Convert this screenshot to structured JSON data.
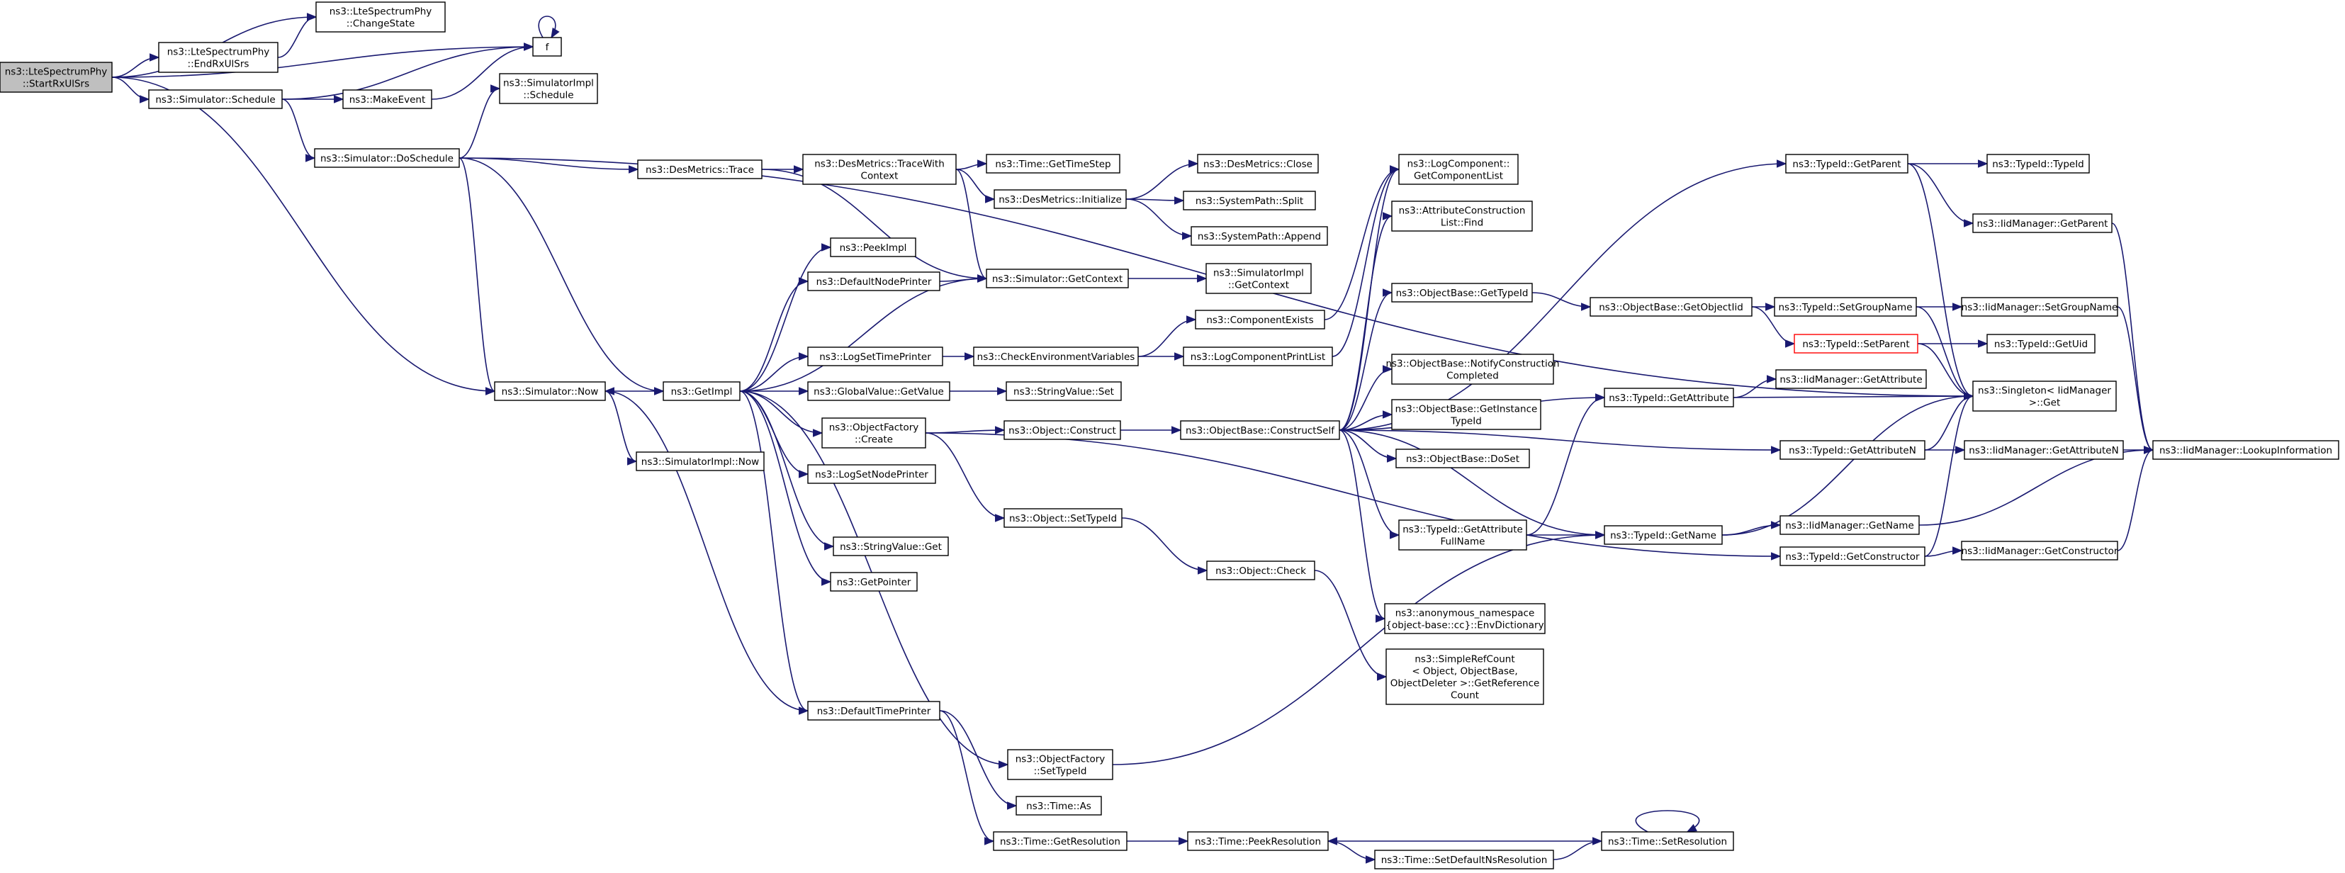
{
  "graph": {
    "title": "",
    "edge_color": "#191970",
    "node_border_color": "#000000",
    "root_fill_color": "#bfbfbf",
    "truncated_border_color": "#ff0000",
    "nodes": [
      {
        "id": "root",
        "lines": [
          "ns3::LteSpectrumPhy",
          "::StartRxUlSrs"
        ],
        "kind": "root"
      },
      {
        "id": "changeState",
        "lines": [
          "ns3::LteSpectrumPhy",
          "::ChangeState"
        ]
      },
      {
        "id": "endRxUlSrs",
        "lines": [
          "ns3::LteSpectrumPhy",
          "::EndRxUlSrs"
        ]
      },
      {
        "id": "f",
        "lines": [
          "f"
        ]
      },
      {
        "id": "simSchedule",
        "lines": [
          "ns3::Simulator::Schedule"
        ]
      },
      {
        "id": "makeEvent",
        "lines": [
          "ns3::MakeEvent"
        ]
      },
      {
        "id": "simImplSchedule",
        "lines": [
          "ns3::SimulatorImpl",
          "::Schedule"
        ]
      },
      {
        "id": "doSchedule",
        "lines": [
          "ns3::Simulator::DoSchedule"
        ]
      },
      {
        "id": "desTrace",
        "lines": [
          "ns3::DesMetrics::Trace"
        ]
      },
      {
        "id": "traceWith",
        "lines": [
          "ns3::DesMetrics::TraceWith",
          "Context"
        ]
      },
      {
        "id": "getTimeStep",
        "lines": [
          "ns3::Time::GetTimeStep"
        ]
      },
      {
        "id": "desInit",
        "lines": [
          "ns3::DesMetrics::Initialize"
        ]
      },
      {
        "id": "desClose",
        "lines": [
          "ns3::DesMetrics::Close"
        ]
      },
      {
        "id": "sysSplit",
        "lines": [
          "ns3::SystemPath::Split"
        ]
      },
      {
        "id": "sysAppend",
        "lines": [
          "ns3::SystemPath::Append"
        ]
      },
      {
        "id": "peekImpl",
        "lines": [
          "ns3::PeekImpl"
        ]
      },
      {
        "id": "defNodePrinter",
        "lines": [
          "ns3::DefaultNodePrinter"
        ]
      },
      {
        "id": "simGetContext",
        "lines": [
          "ns3::Simulator::GetContext"
        ]
      },
      {
        "id": "simImplGetContext",
        "lines": [
          "ns3::SimulatorImpl",
          "::GetContext"
        ]
      },
      {
        "id": "logSetTimePrinter",
        "lines": [
          "ns3::LogSetTimePrinter"
        ]
      },
      {
        "id": "checkEnv",
        "lines": [
          "ns3::CheckEnvironmentVariables"
        ]
      },
      {
        "id": "compExists",
        "lines": [
          "ns3::ComponentExists"
        ]
      },
      {
        "id": "logCompPrintList",
        "lines": [
          "ns3::LogComponentPrintList"
        ]
      },
      {
        "id": "logCompGetList",
        "lines": [
          "ns3::LogComponent::",
          "GetComponentList"
        ]
      },
      {
        "id": "attrConstrFind",
        "lines": [
          "ns3::AttributeConstruction",
          "List::Find"
        ]
      },
      {
        "id": "simNow",
        "lines": [
          "ns3::Simulator::Now"
        ]
      },
      {
        "id": "getImpl",
        "lines": [
          "ns3::GetImpl"
        ]
      },
      {
        "id": "globalGetValue",
        "lines": [
          "ns3::GlobalValue::GetValue"
        ]
      },
      {
        "id": "stringValueSet",
        "lines": [
          "ns3::StringValue::Set"
        ]
      },
      {
        "id": "objFactoryCreate",
        "lines": [
          "ns3::ObjectFactory",
          "::Create"
        ]
      },
      {
        "id": "objConstruct",
        "lines": [
          "ns3::Object::Construct"
        ]
      },
      {
        "id": "constructSelf",
        "lines": [
          "ns3::ObjectBase::ConstructSelf"
        ]
      },
      {
        "id": "simImplNow",
        "lines": [
          "ns3::SimulatorImpl::Now"
        ]
      },
      {
        "id": "logSetNodePrinter",
        "lines": [
          "ns3::LogSetNodePrinter"
        ]
      },
      {
        "id": "objSetTypeId",
        "lines": [
          "ns3::Object::SetTypeId"
        ]
      },
      {
        "id": "stringValueGet",
        "lines": [
          "ns3::StringValue::Get"
        ]
      },
      {
        "id": "getPointer",
        "lines": [
          "ns3::GetPointer"
        ]
      },
      {
        "id": "objCheck",
        "lines": [
          "ns3::Object::Check"
        ]
      },
      {
        "id": "defTimePrinter",
        "lines": [
          "ns3::DefaultTimePrinter"
        ]
      },
      {
        "id": "objFactorySetTypeId",
        "lines": [
          "ns3::ObjectFactory",
          "::SetTypeId"
        ]
      },
      {
        "id": "timeAs",
        "lines": [
          "ns3::Time::As"
        ]
      },
      {
        "id": "getResolution",
        "lines": [
          "ns3::Time::GetResolution"
        ]
      },
      {
        "id": "peekResolution",
        "lines": [
          "ns3::Time::PeekResolution"
        ]
      },
      {
        "id": "setDefaultNs",
        "lines": [
          "ns3::Time::SetDefaultNsResolution"
        ]
      },
      {
        "id": "setResolution",
        "lines": [
          "ns3::Time::SetResolution"
        ]
      },
      {
        "id": "objBaseGetTypeId",
        "lines": [
          "ns3::ObjectBase::GetTypeId"
        ]
      },
      {
        "id": "notifyConstr",
        "lines": [
          "ns3::ObjectBase::NotifyConstruction",
          "Completed"
        ]
      },
      {
        "id": "getInstanceTypeId",
        "lines": [
          "ns3::ObjectBase::GetInstance",
          "TypeId"
        ]
      },
      {
        "id": "doSet",
        "lines": [
          "ns3::ObjectBase::DoSet"
        ]
      },
      {
        "id": "getAttrFullName",
        "lines": [
          "ns3::TypeId::GetAttribute",
          "FullName"
        ]
      },
      {
        "id": "envDict",
        "lines": [
          "ns3::anonymous_namespace",
          "{object-base::cc}::EnvDictionary"
        ]
      },
      {
        "id": "simpleRefCount",
        "lines": [
          "ns3::SimpleRefCount",
          "< Object, ObjectBase,",
          "ObjectDeleter >::GetReference",
          "Count"
        ]
      },
      {
        "id": "getObjectIid",
        "lines": [
          "ns3::ObjectBase::GetObjectIid"
        ]
      },
      {
        "id": "typeIdGetAttr",
        "lines": [
          "ns3::TypeId::GetAttribute"
        ]
      },
      {
        "id": "typeIdGetName",
        "lines": [
          "ns3::TypeId::GetName"
        ]
      },
      {
        "id": "typeIdGetParent",
        "lines": [
          "ns3::TypeId::GetParent"
        ]
      },
      {
        "id": "typeIdTypeId",
        "lines": [
          "ns3::TypeId::TypeId"
        ]
      },
      {
        "id": "iidGetParent",
        "lines": [
          "ns3::IidManager::GetParent"
        ]
      },
      {
        "id": "typeIdSetGroupName",
        "lines": [
          "ns3::TypeId::SetGroupName"
        ]
      },
      {
        "id": "iidSetGroupName",
        "lines": [
          "ns3::IidManager::SetGroupName"
        ]
      },
      {
        "id": "typeIdSetParent",
        "lines": [
          "ns3::TypeId::SetParent"
        ],
        "kind": "red"
      },
      {
        "id": "typeIdGetUid",
        "lines": [
          "ns3::TypeId::GetUid"
        ]
      },
      {
        "id": "iidGetAttribute",
        "lines": [
          "ns3::IidManager::GetAttribute"
        ]
      },
      {
        "id": "singletonGet",
        "lines": [
          "ns3::Singleton< IidManager",
          ">::Get"
        ]
      },
      {
        "id": "typeIdGetAttrN",
        "lines": [
          "ns3::TypeId::GetAttributeN"
        ]
      },
      {
        "id": "iidGetAttrN",
        "lines": [
          "ns3::IidManager::GetAttributeN"
        ]
      },
      {
        "id": "lookupInfo",
        "lines": [
          "ns3::IidManager::LookupInformation"
        ]
      },
      {
        "id": "iidGetName",
        "lines": [
          "ns3::IidManager::GetName"
        ]
      },
      {
        "id": "typeIdGetConstr",
        "lines": [
          "ns3::TypeId::GetConstructor"
        ]
      },
      {
        "id": "iidGetConstr",
        "lines": [
          "ns3::IidManager::GetConstructor"
        ]
      }
    ],
    "edges": [
      [
        "root",
        "changeState"
      ],
      [
        "root",
        "endRxUlSrs"
      ],
      [
        "root",
        "simSchedule"
      ],
      [
        "root",
        "f"
      ],
      [
        "root",
        "simNow"
      ],
      [
        "endRxUlSrs",
        "changeState"
      ],
      [
        "f",
        "f"
      ],
      [
        "simSchedule",
        "f"
      ],
      [
        "simSchedule",
        "makeEvent"
      ],
      [
        "simSchedule",
        "doSchedule"
      ],
      [
        "makeEvent",
        "f"
      ],
      [
        "doSchedule",
        "simImplSchedule"
      ],
      [
        "doSchedule",
        "desTrace"
      ],
      [
        "doSchedule",
        "simNow"
      ],
      [
        "doSchedule",
        "getImpl"
      ],
      [
        "doSchedule",
        "singletonGet"
      ],
      [
        "desTrace",
        "traceWith"
      ],
      [
        "desTrace",
        "simGetContext"
      ],
      [
        "traceWith",
        "getTimeStep"
      ],
      [
        "traceWith",
        "desInit"
      ],
      [
        "traceWith",
        "simGetContext"
      ],
      [
        "desInit",
        "desClose"
      ],
      [
        "desInit",
        "sysSplit"
      ],
      [
        "desInit",
        "sysAppend"
      ],
      [
        "simGetContext",
        "simImplGetContext"
      ],
      [
        "defNodePrinter",
        "simGetContext"
      ],
      [
        "logSetTimePrinter",
        "checkEnv"
      ],
      [
        "checkEnv",
        "compExists"
      ],
      [
        "checkEnv",
        "logCompPrintList"
      ],
      [
        "compExists",
        "logCompGetList"
      ],
      [
        "logCompPrintList",
        "logCompGetList"
      ],
      [
        "simNow",
        "getImpl"
      ],
      [
        "simNow",
        "simImplNow"
      ],
      [
        "getImpl",
        "peekImpl"
      ],
      [
        "getImpl",
        "defNodePrinter"
      ],
      [
        "getImpl",
        "simGetContext"
      ],
      [
        "getImpl",
        "logSetTimePrinter"
      ],
      [
        "getImpl",
        "globalGetValue"
      ],
      [
        "getImpl",
        "objFactoryCreate"
      ],
      [
        "getImpl",
        "logSetNodePrinter"
      ],
      [
        "getImpl",
        "stringValueGet"
      ],
      [
        "getImpl",
        "getPointer"
      ],
      [
        "getImpl",
        "defTimePrinter"
      ],
      [
        "getImpl",
        "objFactorySetTypeId"
      ],
      [
        "globalGetValue",
        "stringValueSet"
      ],
      [
        "objFactoryCreate",
        "objConstruct"
      ],
      [
        "objFactoryCreate",
        "objSetTypeId"
      ],
      [
        "objFactoryCreate",
        "typeIdGetConstr"
      ],
      [
        "objConstruct",
        "constructSelf"
      ],
      [
        "objSetTypeId",
        "objCheck"
      ],
      [
        "objCheck",
        "simpleRefCount"
      ],
      [
        "defTimePrinter",
        "simNow"
      ],
      [
        "defTimePrinter",
        "timeAs"
      ],
      [
        "defTimePrinter",
        "getResolution"
      ],
      [
        "getResolution",
        "peekResolution"
      ],
      [
        "peekResolution",
        "setDefaultNs"
      ],
      [
        "setDefaultNs",
        "setResolution"
      ],
      [
        "setResolution",
        "peekResolution"
      ],
      [
        "setResolution",
        "setResolution"
      ],
      [
        "objFactorySetTypeId",
        "typeIdGetName"
      ],
      [
        "constructSelf",
        "logCompGetList"
      ],
      [
        "constructSelf",
        "attrConstrFind"
      ],
      [
        "constructSelf",
        "objBaseGetTypeId"
      ],
      [
        "constructSelf",
        "notifyConstr"
      ],
      [
        "constructSelf",
        "getInstanceTypeId"
      ],
      [
        "constructSelf",
        "doSet"
      ],
      [
        "constructSelf",
        "getAttrFullName"
      ],
      [
        "constructSelf",
        "envDict"
      ],
      [
        "constructSelf",
        "typeIdGetAttr"
      ],
      [
        "constructSelf",
        "typeIdGetAttrN"
      ],
      [
        "constructSelf",
        "typeIdGetName"
      ],
      [
        "constructSelf",
        "typeIdGetParent"
      ],
      [
        "objBaseGetTypeId",
        "getObjectIid"
      ],
      [
        "getObjectIid",
        "typeIdSetGroupName"
      ],
      [
        "getObjectIid",
        "typeIdSetParent"
      ],
      [
        "getAttrFullName",
        "typeIdGetAttr"
      ],
      [
        "getAttrFullName",
        "typeIdGetName"
      ],
      [
        "typeIdGetAttr",
        "iidGetAttribute"
      ],
      [
        "typeIdGetAttr",
        "singletonGet"
      ],
      [
        "typeIdGetName",
        "iidGetName"
      ],
      [
        "typeIdGetName",
        "singletonGet"
      ],
      [
        "typeIdGetParent",
        "typeIdTypeId"
      ],
      [
        "typeIdGetParent",
        "iidGetParent"
      ],
      [
        "typeIdGetParent",
        "singletonGet"
      ],
      [
        "typeIdSetGroupName",
        "iidSetGroupName"
      ],
      [
        "typeIdSetGroupName",
        "singletonGet"
      ],
      [
        "typeIdSetParent",
        "typeIdGetUid"
      ],
      [
        "typeIdSetParent",
        "singletonGet"
      ],
      [
        "typeIdGetAttrN",
        "iidGetAttrN"
      ],
      [
        "typeIdGetAttrN",
        "singletonGet"
      ],
      [
        "typeIdGetConstr",
        "iidGetConstr"
      ],
      [
        "typeIdGetConstr",
        "singletonGet"
      ],
      [
        "iidGetParent",
        "lookupInfo"
      ],
      [
        "iidSetGroupName",
        "lookupInfo"
      ],
      [
        "iidGetAttrN",
        "lookupInfo"
      ],
      [
        "iidGetName",
        "lookupInfo"
      ],
      [
        "iidGetConstr",
        "lookupInfo"
      ]
    ]
  }
}
